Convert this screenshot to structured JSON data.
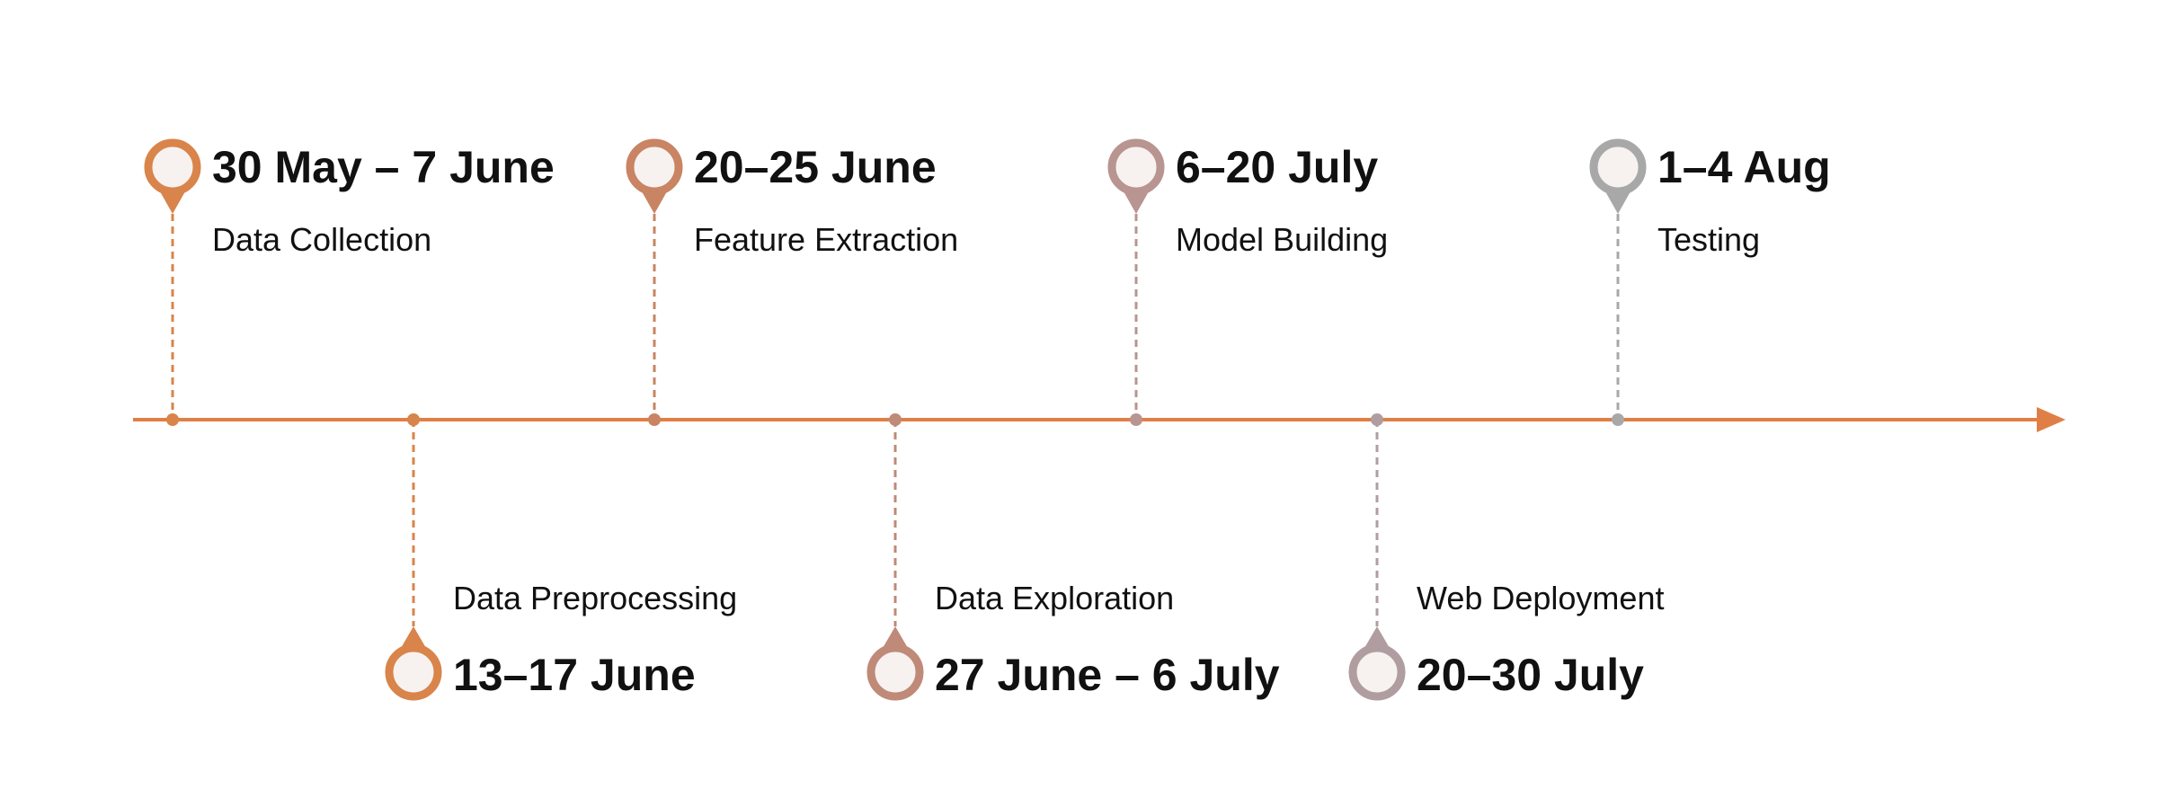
{
  "milestones": [
    {
      "date": "30 May – 7 June",
      "label": "Data Collection",
      "color": "#D9844A",
      "position": "top"
    },
    {
      "date": "13–17 June",
      "label": "Data Preprocessing",
      "color": "#D9844A",
      "position": "bottom"
    },
    {
      "date": "20–25 June",
      "label": "Feature Extraction",
      "color": "#C98463",
      "position": "top"
    },
    {
      "date": "27 June – 6 July",
      "label": "Data Exploration",
      "color": "#BF8A78",
      "position": "bottom"
    },
    {
      "date": "6–20 July",
      "label": "Model Building",
      "color": "#B89590",
      "position": "top"
    },
    {
      "date": "20–30 July",
      "label": "Web Deployment",
      "color": "#B09DA0",
      "position": "bottom"
    },
    {
      "date": "1–4 Aug",
      "label": "Testing",
      "color": "#A8A8A8",
      "position": "top"
    }
  ],
  "colors": {
    "axis": "#E07F45",
    "pin_fill": "#F7F2F0",
    "text": "#111111"
  }
}
